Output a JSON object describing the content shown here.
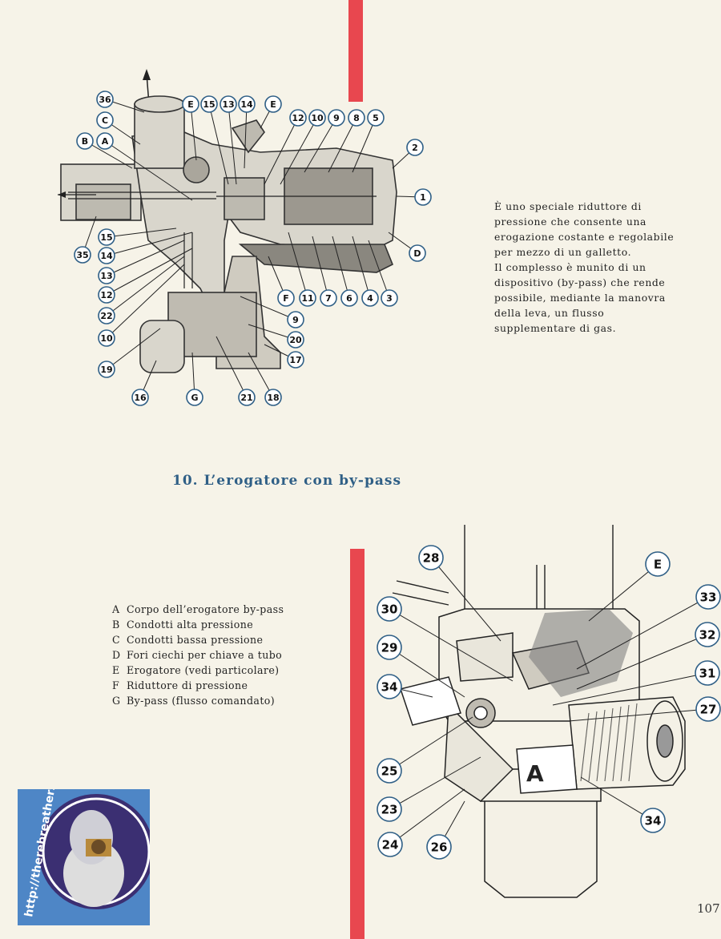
{
  "description": [
    "È uno speciale riduttore di pressione che consente una erogazione costante e regolabile per mezzo di un galletto.",
    "Il complesso è munito di un dispositivo (by-pass) che rende possibile, mediante la manovra della leva, un flusso supplementare di gas."
  ],
  "caption": "10. L’erogatore con by-pass",
  "legend": [
    {
      "key": "A",
      "text": "Corpo dell’erogatore by-pass"
    },
    {
      "key": "B",
      "text": "Condotti alta pressione"
    },
    {
      "key": "C",
      "text": "Condotti bassa pressione"
    },
    {
      "key": "D",
      "text": "Fori ciechi per chiave a tubo"
    },
    {
      "key": "E",
      "text": "Erogatore (vedi particolare)"
    },
    {
      "key": "F",
      "text": "Riduttore di pressione"
    },
    {
      "key": "G",
      "text": "By-pass (flusso comandato)"
    }
  ],
  "watermark": "http://therebreathersite.nl",
  "page_number": "107",
  "top_labels": [
    "36",
    "C",
    "B",
    "A",
    "E",
    "15",
    "13",
    "14",
    "E",
    "12",
    "10",
    "9",
    "8",
    "5",
    "2",
    "1",
    "D",
    "3",
    "4",
    "6",
    "7",
    "11",
    "F",
    "9",
    "20",
    "17",
    "18",
    "21",
    "G",
    "16",
    "19",
    "10",
    "22",
    "12",
    "13",
    "14",
    "15",
    "35"
  ],
  "bottom_labels": [
    "28",
    "E",
    "33",
    "30",
    "32",
    "29",
    "31",
    "34",
    "27",
    "25",
    "23",
    "24",
    "26",
    "34"
  ],
  "diagram_letter": "A",
  "colors": {
    "red_bar": "#e8474f",
    "caption": "#2f5f86",
    "label_ring": "#2f5f86"
  }
}
